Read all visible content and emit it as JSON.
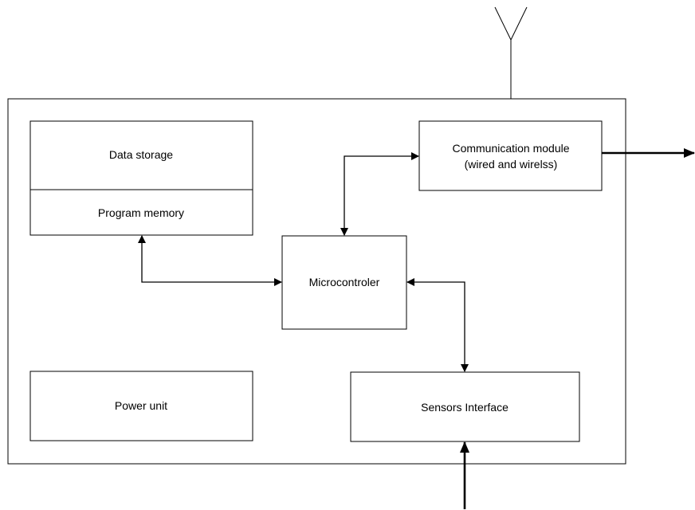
{
  "diagram": {
    "blocks": {
      "data_storage": "Data storage",
      "program_memory": "Program memory",
      "communication_line1": "Communication module",
      "communication_line2": "(wired and wirelss)",
      "microcontroller": "Microcontroler",
      "power_unit": "Power unit",
      "sensors_interface": "Sensors Interface"
    }
  }
}
